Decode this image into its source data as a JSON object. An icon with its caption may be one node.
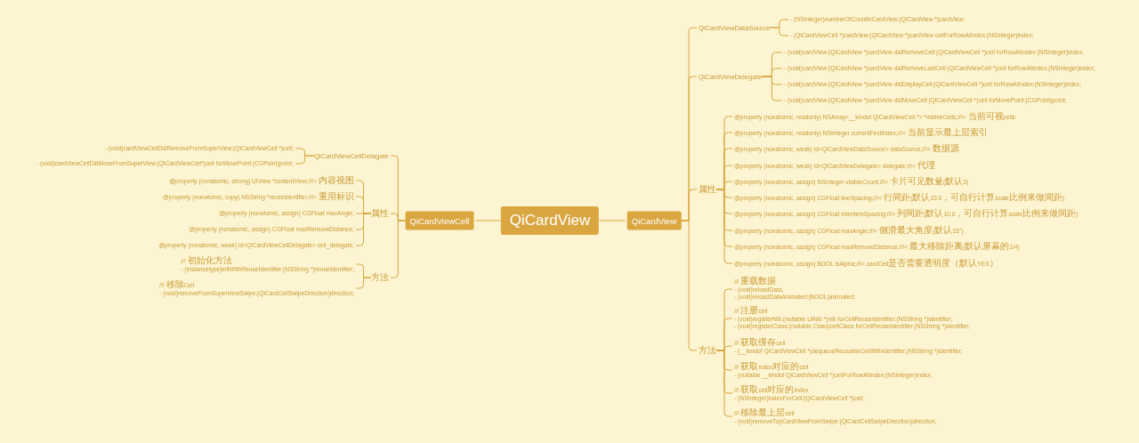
{
  "diagram": {
    "nodes": [
      {
        "text": [
          "QiCardView"
        ]
      },
      {
        "text": [
          "QiCardViewCell"
        ]
      },
      {
        "text": [
          "QiCardView"
        ]
      },
      {
        "text": [
          "QiCardViewCellDelagate"
        ]
      },
      {
        "text": [
          "- (void)cardViewCellDidRemoveFromSuperView:(QiCardViewCell *)cell;"
        ]
      },
      {
        "text": [
          "- (void)cardViewCellDidMoveFromSuperView:(QiCardViewCell*)cell forMovePoint:(CGPoint)point;"
        ]
      },
      {
        "text": [
          "属性"
        ]
      },
      {
        "text": [
          "@property (nonatomic, strong) UIView *contentView;//!< 内容视图"
        ]
      },
      {
        "text": [
          "@property (nonatomic, copy) NSString *reuseIdentifier;//!< 重用标识"
        ]
      },
      {
        "text": [
          "@property (nonatomic, assign) CGFloat maxAngle;"
        ]
      },
      {
        "text": [
          "@property (nonatomic, assign) CGFloat maxRemoveDistance;"
        ]
      },
      {
        "text": [
          "@property (nonatomic, weak) id<QiCardViewCellDelagate> cell_delegate;"
        ]
      },
      {
        "text": [
          "方法"
        ]
      },
      {
        "text": [
          "//! 初始化方法",
          "- (instancetype)initWithReuseIdentifier:(NSString *)reuseIdentifier;"
        ]
      },
      {
        "text": [
          "//! 移除Cell",
          "- (void)removeFromSuperviewSwipe:(QiCardCellSwipeDirection)direction;"
        ]
      },
      {
        "text": [
          "QiCardViewDataSource"
        ]
      },
      {
        "text": [
          "- (NSInteger)numberOfCountInCardView:(QiCardView *)cardView;"
        ]
      },
      {
        "text": [
          "- (QiCardViewCell *)cardView:(QiCardView *)cardView cellForRowAtIndex:(NSInteger)index;"
        ]
      },
      {
        "text": [
          "QiCardViewDelegate"
        ]
      },
      {
        "text": [
          "- (void)cardView:(QiCardView *)cardView didRemoveCell:(QiCardViewCell *)cell forRowAtIndex:(NSInteger)index;"
        ]
      },
      {
        "text": [
          "- (void)cardView:(QiCardView *)cardView didRemoveLastCell:(QiCardViewCell *)cell forRowAtIndex:(NSInteger)index;"
        ]
      },
      {
        "text": [
          "- (void)cardView:(QiCardView *)cardView didDisplayCell:(QiCardViewCell *)cell forRowAtIndex:(NSInteger)index;"
        ]
      },
      {
        "text": [
          "- (void)cardView:(QiCardView *)cardView didMoveCell:(QiCardViewCell *)cell forMovePoint:(CGPoint)point;"
        ]
      },
      {
        "text": [
          "属性"
        ]
      },
      {
        "text": [
          "@property (nonatomic, readonly) NSArray<__kindof QiCardViewCell *> *visibleCells;//!< 当前可视cells"
        ]
      },
      {
        "text": [
          "@property (nonatomic, readonly) NSInteger currentFirstIndex;//!< 当前显示最上层索引"
        ]
      },
      {
        "text": [
          "@property (nonatomic, weak) id<QiCardViewDataSource> dataSource;//!< 数据源"
        ]
      },
      {
        "text": [
          "@property (nonatomic, weak) id<QiCardViewDelegate> delegate;//!< 代理"
        ]
      },
      {
        "text": [
          "@property (nonatomic, assign) NSInteger visibleCount;//!< 卡片可见数量(默认3)"
        ]
      },
      {
        "text": [
          "@property (nonatomic, assign) CGFloat lineSpacing;//!< 行间距(默认10.0，可自行计算scale比例来做间距)"
        ]
      },
      {
        "text": [
          "@property (nonatomic, assign) CGFloat interitemSpacing;//!< 列间距(默认10.0，可自行计算scale比例来做间距)"
        ]
      },
      {
        "text": [
          "@property (nonatomic, assign) CGFloat maxAngle;//!< 侧滑最大角度(默认15°)"
        ]
      },
      {
        "text": [
          "@property (nonatomic, assign) CGFloat maxRemoveDistance;//!< 最大移除距离(默认屏幕的1/4)"
        ]
      },
      {
        "text": [
          "@property (nonatomic, assign) BOOL isAlpha;//!< cardCell是否需要透明度（默认YES）"
        ]
      },
      {
        "text": [
          "方法"
        ]
      },
      {
        "text": [
          "//! 重载数据",
          "- (void)reloadData;",
          "- (void)reloadDataAnimated:(BOOL)animated;"
        ]
      },
      {
        "text": [
          "//! 注册cell",
          "- (void)registerNib:(nullable UINib *)nib forCellReuseIdentifier:(NSString *)identifier;",
          "- (void)registerClass:(nullable Class)cellClass forCellReuseIdentifier:(NSString *)identifier;"
        ]
      },
      {
        "text": [
          "//! 获取缓存cell",
          "- (__kindof QiCardViewCell *)dequeueReusableCellWithIdentifier:(NSString *)identifier;"
        ]
      },
      {
        "text": [
          "//! 获取index对应的cell",
          "- (nullable __kindof QiCardViewCell *)cellForRowAtIndex:(NSInteger)index;"
        ]
      },
      {
        "text": [
          "//! 获取cell对应的index",
          "- (NSInteger)indexForCell:(QiCardViewCell *)cell;"
        ]
      },
      {
        "text": [
          "//! 移除最上层cell",
          "- (void)removeTopCardViewFromSwipe:(QiCardCellSwipeDirection)direction;"
        ]
      }
    ],
    "edges": [
      {
        "from": 0,
        "to": 1,
        "arrow": "none"
      },
      {
        "from": 0,
        "to": 2,
        "arrow": "none"
      },
      {
        "from": 1,
        "to": 3,
        "arrow": "none"
      },
      {
        "from": 1,
        "to": 6,
        "arrow": "none"
      },
      {
        "from": 1,
        "to": 12,
        "arrow": "none"
      },
      {
        "from": 3,
        "to": 4,
        "arrow": "none"
      },
      {
        "from": 3,
        "to": 5,
        "arrow": "none"
      },
      {
        "from": 6,
        "to": 7,
        "arrow": "none"
      },
      {
        "from": 6,
        "to": 8,
        "arrow": "none"
      },
      {
        "from": 6,
        "to": 9,
        "arrow": "none"
      },
      {
        "from": 6,
        "to": 10,
        "arrow": "none"
      },
      {
        "from": 6,
        "to": 11,
        "arrow": "none"
      },
      {
        "from": 12,
        "to": 13,
        "arrow": "none"
      },
      {
        "from": 12,
        "to": 14,
        "arrow": "none"
      },
      {
        "from": 2,
        "to": 15,
        "arrow": "none"
      },
      {
        "from": 2,
        "to": 18,
        "arrow": "none"
      },
      {
        "from": 2,
        "to": 23,
        "arrow": "none"
      },
      {
        "from": 2,
        "to": 34,
        "arrow": "none"
      },
      {
        "from": 15,
        "to": 16,
        "arrow": "none"
      },
      {
        "from": 15,
        "to": 17,
        "arrow": "none"
      },
      {
        "from": 18,
        "to": 19,
        "arrow": "none"
      },
      {
        "from": 18,
        "to": 20,
        "arrow": "none"
      },
      {
        "from": 18,
        "to": 21,
        "arrow": "none"
      },
      {
        "from": 18,
        "to": 22,
        "arrow": "none"
      },
      {
        "from": 23,
        "to": 24,
        "arrow": "none"
      },
      {
        "from": 23,
        "to": 25,
        "arrow": "none"
      },
      {
        "from": 23,
        "to": 26,
        "arrow": "none"
      },
      {
        "from": 23,
        "to": 27,
        "arrow": "none"
      },
      {
        "from": 23,
        "to": 28,
        "arrow": "none"
      },
      {
        "from": 23,
        "to": 29,
        "arrow": "none"
      },
      {
        "from": 23,
        "to": 30,
        "arrow": "none"
      },
      {
        "from": 23,
        "to": 31,
        "arrow": "none"
      },
      {
        "from": 23,
        "to": 32,
        "arrow": "none"
      },
      {
        "from": 23,
        "to": 33,
        "arrow": "none"
      },
      {
        "from": 34,
        "to": 35,
        "arrow": "none"
      },
      {
        "from": 34,
        "to": 36,
        "arrow": "none"
      },
      {
        "from": 34,
        "to": 37,
        "arrow": "none"
      },
      {
        "from": 34,
        "to": 38,
        "arrow": "none"
      },
      {
        "from": 34,
        "to": 39,
        "arrow": "none"
      },
      {
        "from": 34,
        "to": 40,
        "arrow": "none"
      }
    ]
  }
}
